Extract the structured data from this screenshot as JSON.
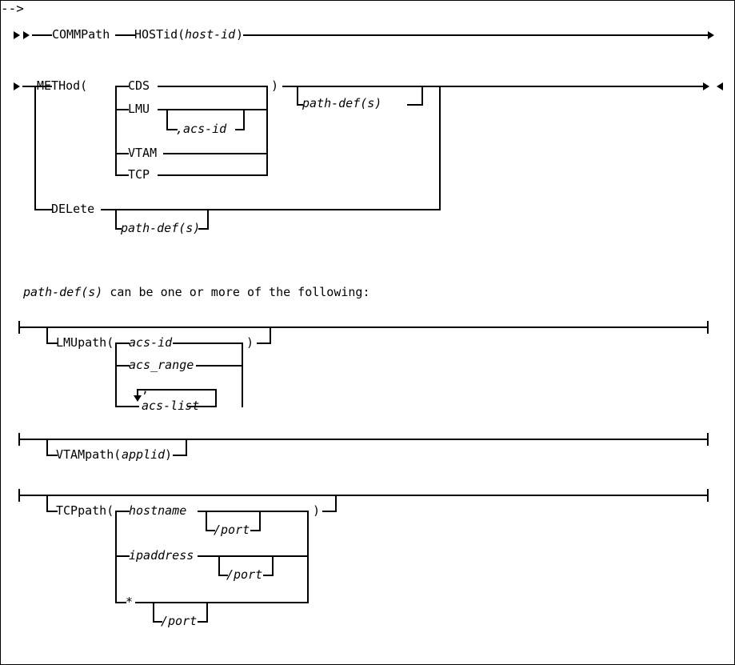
{
  "diagram": {
    "type": "railroad-syntax-diagram",
    "title": "COMMPath",
    "ink_color": "#000000",
    "background_color": "#ffffff",
    "border_color": "#000000"
  },
  "line1": {
    "start_marker": "double-right-arrow",
    "end_marker": "right-arrow-continuation",
    "tokens": {
      "commpath": "COMMPath",
      "hostid_open": "HOSTid(",
      "hostid_var": "host-id",
      "hostid_close": ")"
    }
  },
  "line2": {
    "start_marker": "right-arrow-continuation",
    "end_marker": "right-arrow-left-arrow-terminator",
    "tokens": {
      "method_open": "METHod(",
      "close_paren": ")",
      "cds": "CDS",
      "lmu": "LMU",
      "lmu_opt_acsid": ",acs-id",
      "vtam": "VTAM",
      "tcp": "TCP",
      "path_defs": "path-def(s)",
      "delete": "DELete",
      "delete_path_defs": "path-def(s)"
    }
  },
  "note": {
    "prefix_italic": "path-def(s)",
    "rest": " can be one or more of the following:"
  },
  "fragment_lmupath": {
    "start_marker": "bar",
    "end_marker": "bar",
    "tokens": {
      "open": "LMUpath(",
      "close": ")",
      "acs_id": "acs-id",
      "acs_range": "acs_range",
      "acs_list": "acs-list",
      "comma": ","
    }
  },
  "fragment_vtampath": {
    "start_marker": "bar",
    "end_marker": "bar",
    "tokens": {
      "open": "VTAMpath(",
      "applid": "applid",
      "close": ")"
    }
  },
  "fragment_tcppath": {
    "start_marker": "bar",
    "end_marker": "bar",
    "tokens": {
      "open": "TCPpath(",
      "close": ")",
      "hostname": "hostname",
      "hostname_port": "/port",
      "ipaddress": "ipaddress",
      "ipaddress_port": "/port",
      "star": "*",
      "star_port": "/port"
    }
  }
}
